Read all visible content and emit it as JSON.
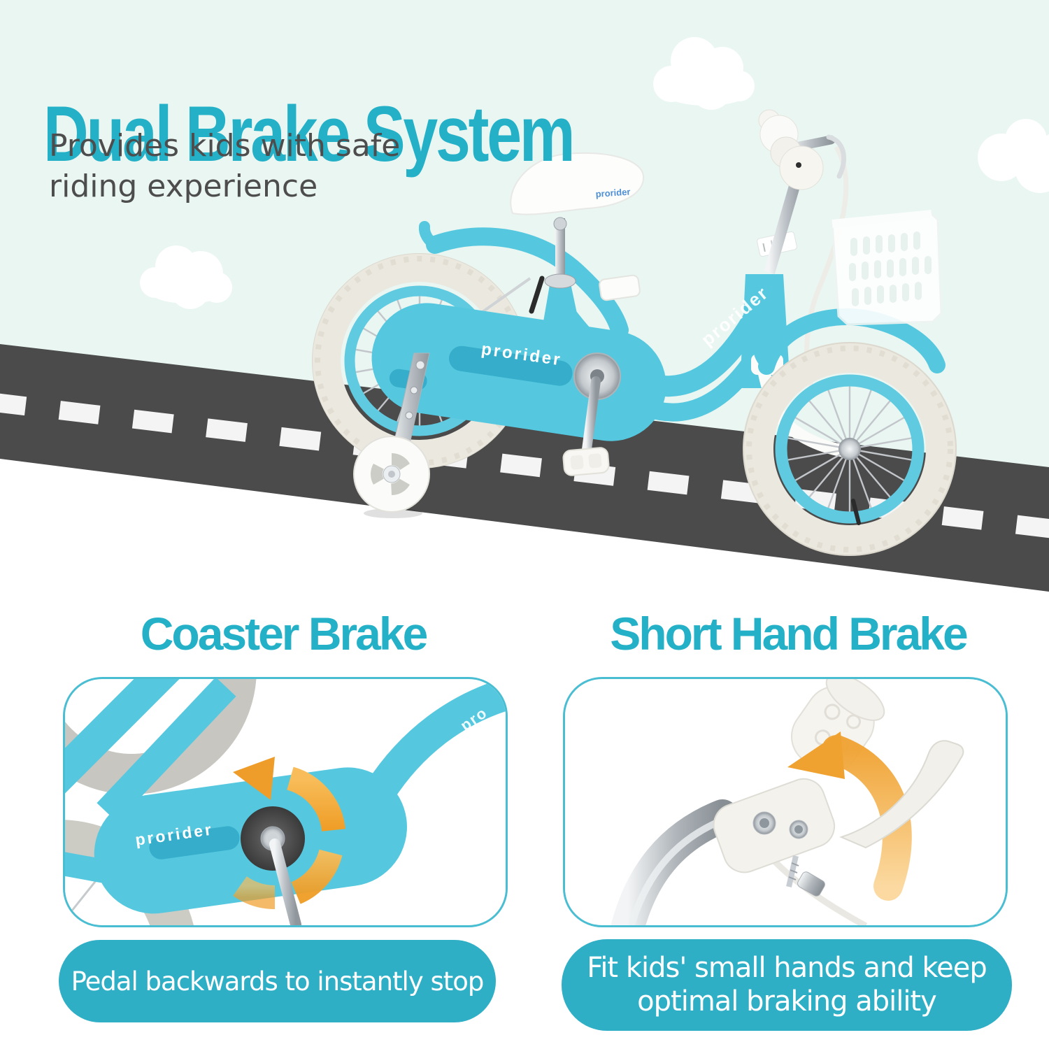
{
  "header": {
    "title": "Dual Brake System",
    "subtitle_line1": "Provides kids with safe",
    "subtitle_line2": "riding experience"
  },
  "hero": {
    "brand": "prorider",
    "brand_partial": "pro"
  },
  "features": {
    "coaster": {
      "heading": "Coaster Brake",
      "caption": "Pedal backwards to instantly stop"
    },
    "hand": {
      "heading": "Short Hand Brake",
      "caption": "Fit kids' small hands and keep optimal braking ability"
    }
  },
  "colors": {
    "mint": "#e9f6f2",
    "accent": "#24b1c8",
    "pill": "#2fafc6",
    "cardBorder": "#49bdd2",
    "textGray": "#4d4d4d",
    "road": "#4b4b4b",
    "dash": "#f4f4f4",
    "bike": "#55c8df",
    "bikeDark": "#35adcb",
    "tire": "#ebe8df",
    "rim": "#5fcae0",
    "chrome": "#c9ced2",
    "orange": "#f5a83b"
  }
}
